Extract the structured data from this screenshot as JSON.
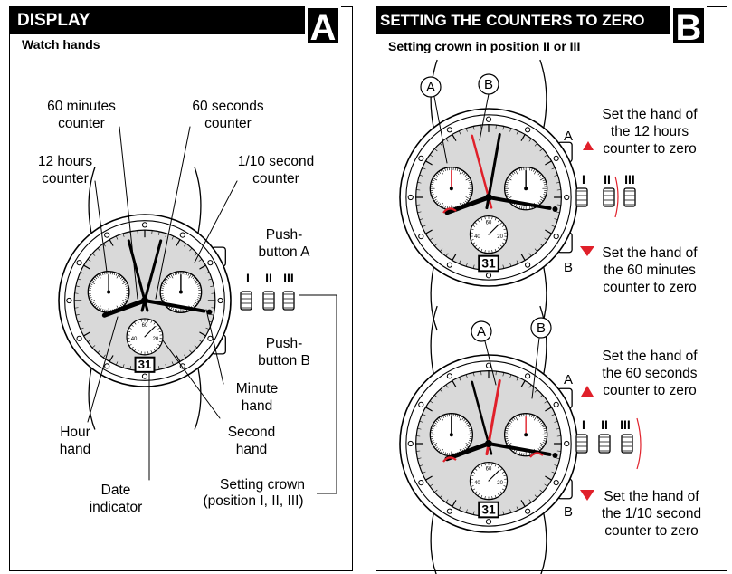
{
  "panel_a": {
    "title": "DISPLAY",
    "letter": "A",
    "subtitle": "Watch hands",
    "labels": {
      "min60": [
        "60 minutes",
        "counter"
      ],
      "sec60": [
        "60 seconds",
        "counter"
      ],
      "hr12": [
        "12 hours",
        "counter"
      ],
      "tenth": [
        "1/10 second",
        "counter"
      ],
      "pushA": [
        "Push-",
        "button A"
      ],
      "pushB": [
        "Push-",
        "button B"
      ],
      "minute": [
        "Minute",
        "hand"
      ],
      "hour": [
        "Hour",
        "hand"
      ],
      "second": [
        "Second",
        "hand"
      ],
      "date": [
        "Date",
        "indicator"
      ],
      "crown": [
        "Setting crown",
        "(position I, II, III)"
      ]
    },
    "crown_positions": [
      "I",
      "II",
      "III"
    ],
    "date_value": "31",
    "dial_small": [
      "60",
      "40",
      "20"
    ]
  },
  "panel_b": {
    "title": "SETTING THE COUNTERS TO ZERO",
    "letter": "B",
    "subtitle": "Setting crown in position II or III",
    "callouts": [
      "A",
      "B"
    ],
    "pusher_labels": [
      "A",
      "B"
    ],
    "crown_positions": [
      "I",
      "II",
      "III"
    ],
    "date_value": "31",
    "dial_small": [
      "60",
      "40",
      "20"
    ],
    "top": {
      "instr_a": [
        "Set the hand of",
        "the 12 hours",
        "counter to zero"
      ],
      "instr_b": [
        "Set the hand of",
        "the 60 minutes",
        "counter to zero"
      ]
    },
    "bottom": {
      "instr_a": [
        "Set the hand of",
        "the 60 seconds",
        "counter to zero"
      ],
      "instr_b": [
        "Set the hand of",
        "the 1/10 second",
        "counter to zero"
      ]
    }
  },
  "colors": {
    "accent": "#e0202a",
    "dial": "#d9d9d9",
    "ink": "#000000"
  }
}
